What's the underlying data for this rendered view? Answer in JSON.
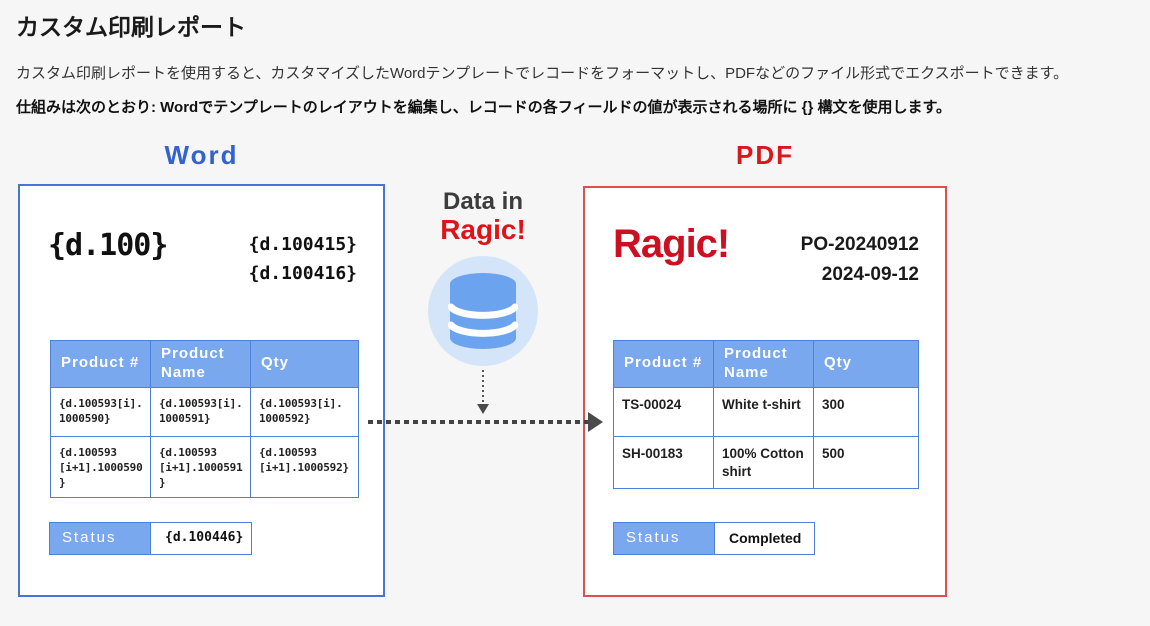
{
  "header": {
    "title": "カスタム印刷レポート",
    "intro": "カスタム印刷レポートを使用すると、カスタマイズしたWordテンプレートでレコードをフォーマットし、PDFなどのファイル形式でエクスポートできます。",
    "how_it_works": "仕組みは次のとおり: Wordでテンプレートのレイアウトを編集し、レコードの各フィールドの値が表示される場所に {} 構文を使用します。"
  },
  "diagram": {
    "word": {
      "label": "Word",
      "title_placeholder": "{d.100}",
      "meta_placeholder_1": "{d.100415}",
      "meta_placeholder_2": "{d.100416}",
      "table": {
        "headers": [
          "Product #",
          "Product Name",
          "Qty"
        ],
        "rows": [
          [
            "{d.100593[i].\n1000590}",
            "{d.100593[i].\n1000591}",
            "{d.100593[i].\n1000592}"
          ],
          [
            "{d.100593\n[i+1].1000590}",
            "{d.100593\n[i+1].1000591}",
            "{d.100593\n[i+1].1000592}"
          ]
        ]
      },
      "status": {
        "label": "Status",
        "value": "{d.100446}"
      }
    },
    "middle": {
      "line1": "Data in",
      "line2": "Ragic!",
      "icon": "database-icon"
    },
    "pdf": {
      "label": "PDF",
      "logo": "Ragic!",
      "doc_number": "PO-20240912",
      "doc_date": "2024-09-12",
      "table": {
        "headers": [
          "Product #",
          "Product Name",
          "Qty"
        ],
        "rows": [
          [
            "TS-00024",
            "White t-shirt",
            "300"
          ],
          [
            "SH-00183",
            "100% Cotton shirt",
            "500"
          ]
        ]
      },
      "status": {
        "label": "Status",
        "value": "Completed"
      }
    }
  },
  "colors": {
    "page_background": "#f6f6f6",
    "word_accent": "#3363cf",
    "word_border": "#4a74d4",
    "pdf_accent": "#d8181d",
    "pdf_border": "#dc5150",
    "ragic_logo_red": "#cb1021",
    "table_header_blue": "#7aa8ee",
    "table_grid_blue": "#4d80d8",
    "database_icon_blue": "#6ba3ee",
    "database_circle_blue": "#d4e5f9"
  }
}
